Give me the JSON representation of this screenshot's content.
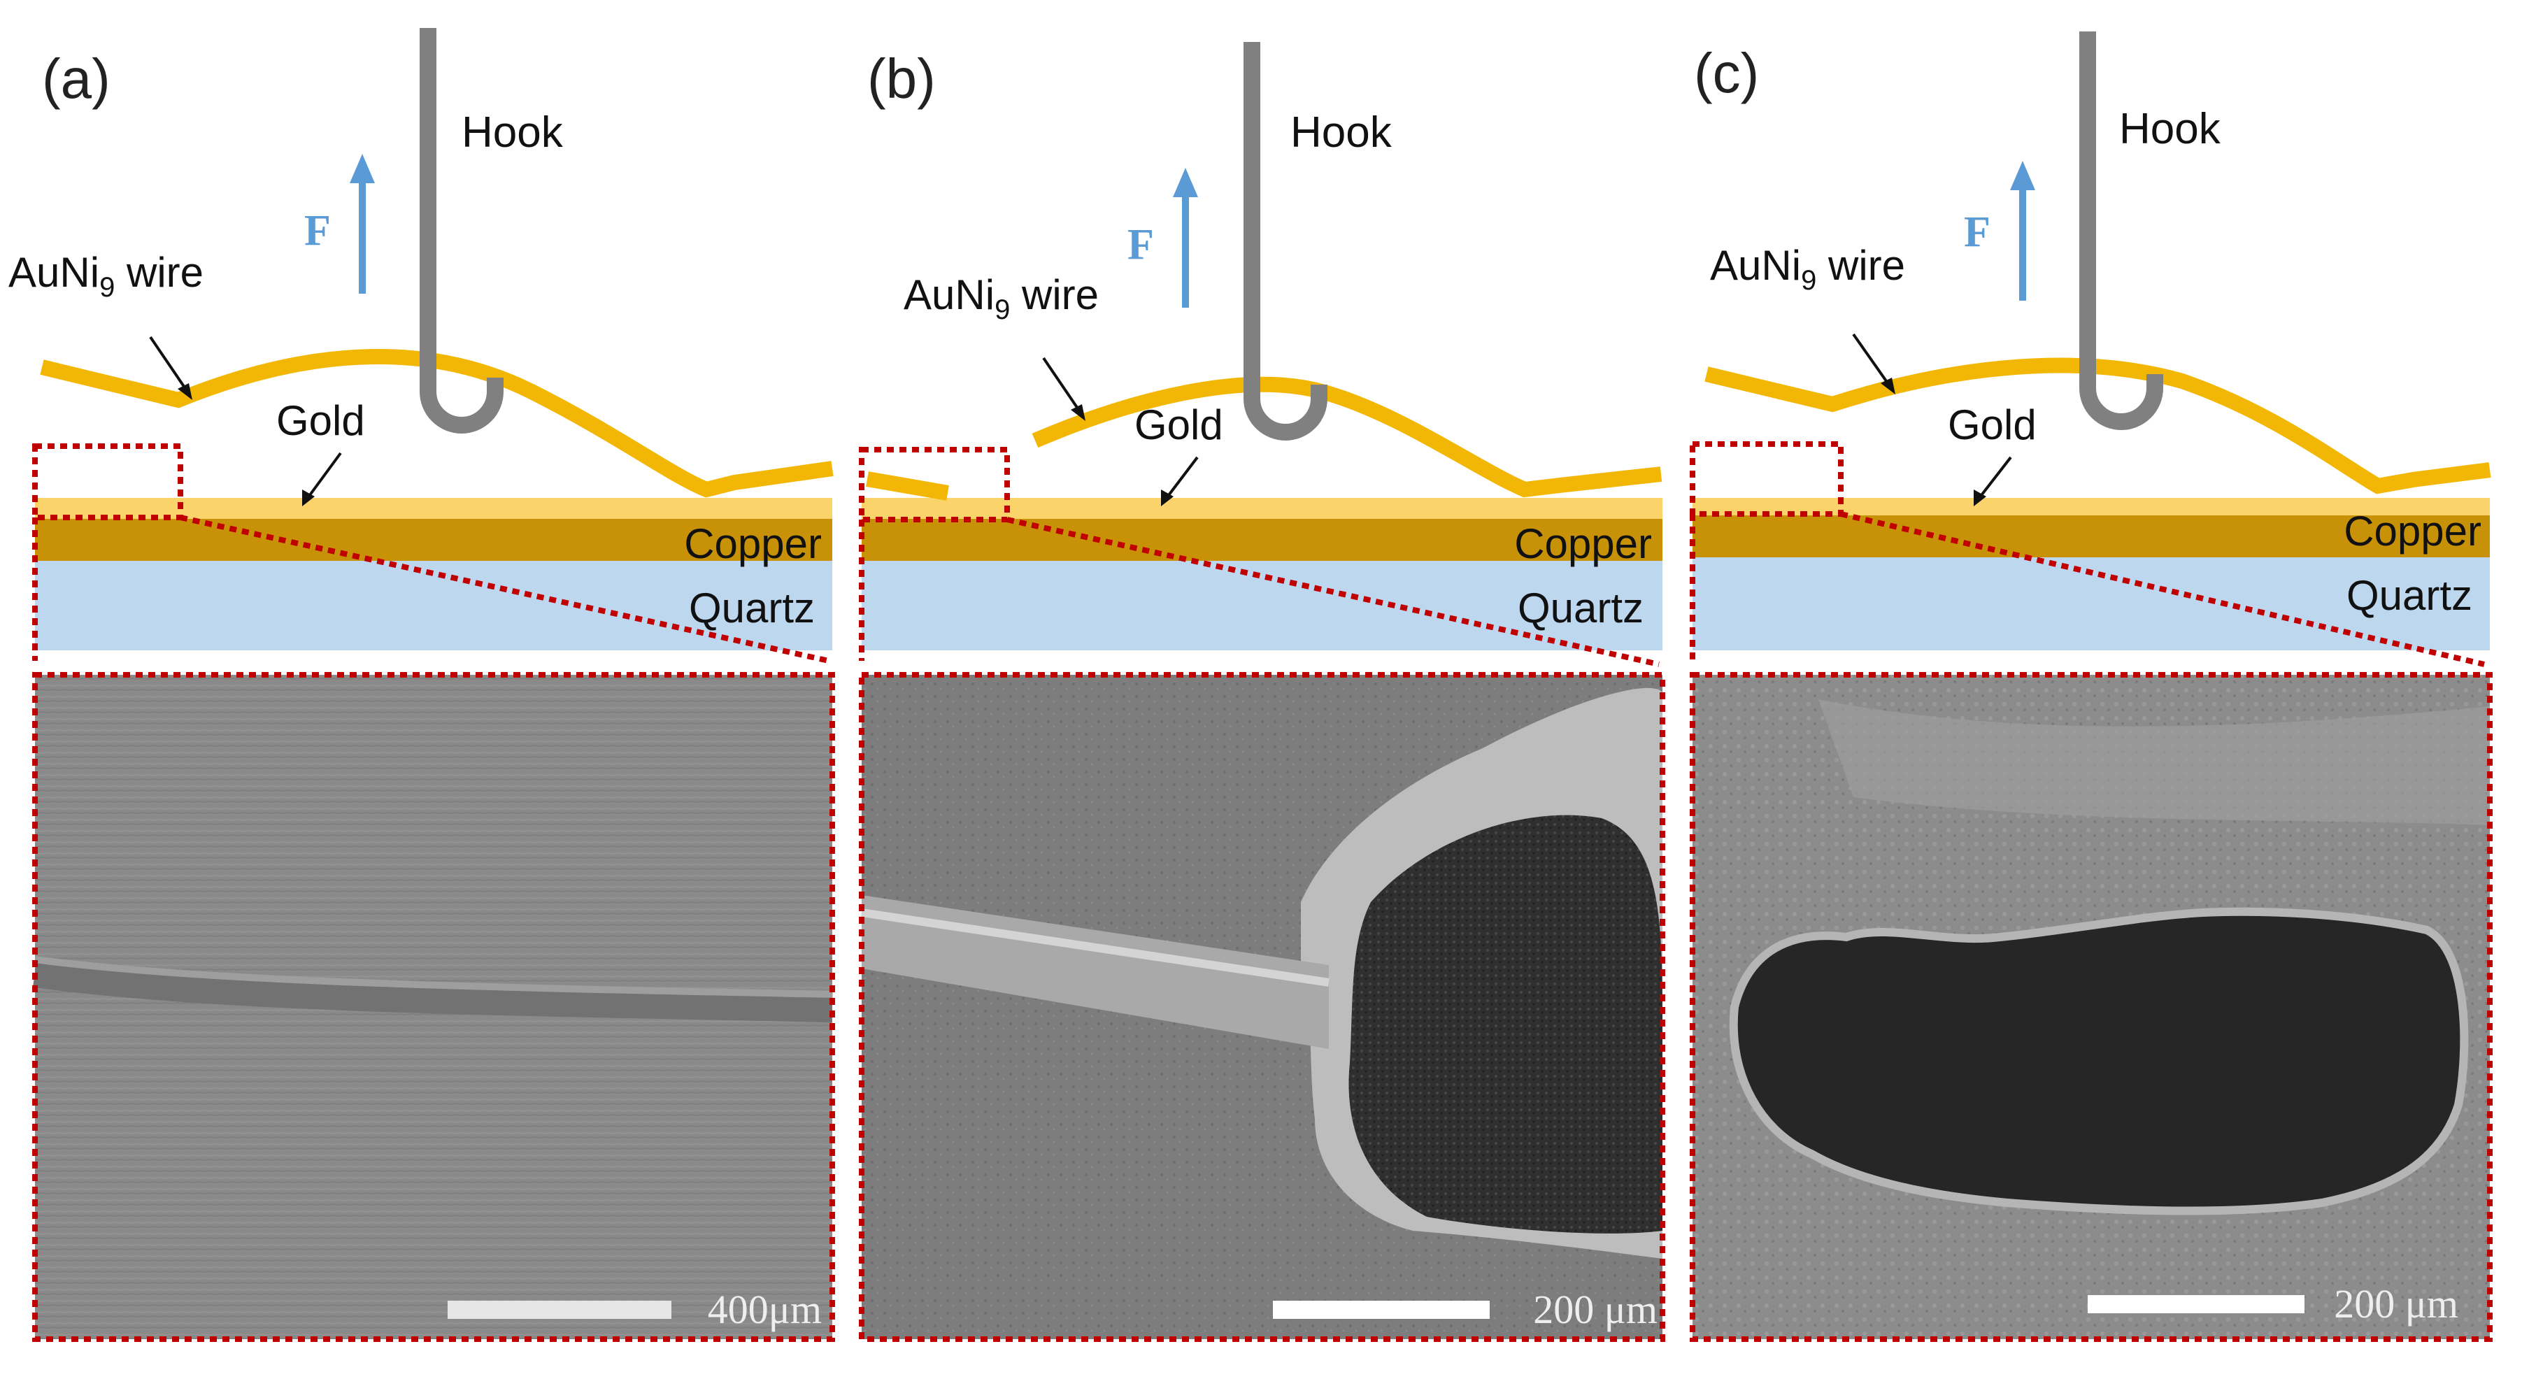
{
  "panels": [
    {
      "id": "a",
      "label": "(a)",
      "hook": "Hook",
      "force": "F",
      "wire_prefix": "AuNi",
      "wire_sub": "9",
      "wire_suffix": " wire",
      "gold": "Gold",
      "copper": "Copper",
      "quartz": "Quartz",
      "scale_bar": "400μm"
    },
    {
      "id": "b",
      "label": "(b)",
      "hook": "Hook",
      "force": "F",
      "wire_prefix": "AuNi",
      "wire_sub": "9",
      "wire_suffix": " wire",
      "gold": "Gold",
      "copper": "Copper",
      "quartz": "Quartz",
      "scale_bar": "200 μm"
    },
    {
      "id": "c",
      "label": "(c)",
      "hook": "Hook",
      "force": "F",
      "wire_prefix": "AuNi",
      "wire_sub": "9",
      "wire_suffix": " wire",
      "gold": "Gold",
      "copper": "Copper",
      "quartz": "Quartz",
      "scale_bar": "200 μm"
    }
  ],
  "colors": {
    "wire": "#F2B705",
    "gold_layer": "#FBD36B",
    "copper": "#C89208",
    "quartz": "#BDD7EE",
    "hook": "#808080",
    "force_arrow": "#5B9BD5",
    "callout": "#C00000",
    "sem_bg": "#858585",
    "sem_dark": "#2b2b2b"
  }
}
